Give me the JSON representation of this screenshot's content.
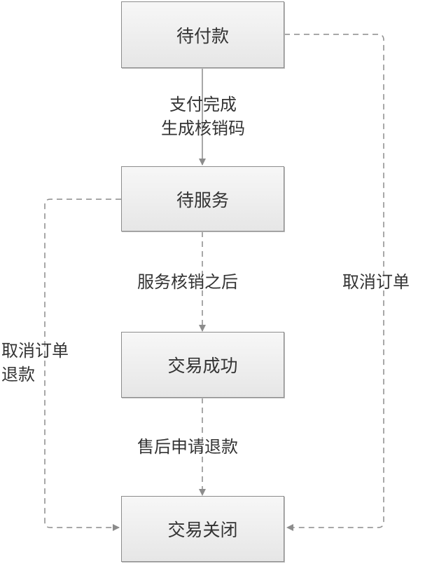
{
  "nodes": {
    "pending_payment": "待付款",
    "pending_service": "待服务",
    "success": "交易成功",
    "closed": "交易关闭"
  },
  "edges": {
    "pay": {
      "line1": "支付完成",
      "line2": "生成核销码"
    },
    "verify": "服务核销之后",
    "after_sale": "售后申请退款",
    "cancel_right": "取消订单",
    "cancel_left": {
      "line1": "取消订单",
      "line2": "退款"
    }
  },
  "colors": {
    "line": "#8c8c8c",
    "box_border": "#8c8c8c",
    "box_fill_top": "#f7f7f7",
    "box_fill_bottom": "#e6e6e6",
    "text": "#333333"
  }
}
